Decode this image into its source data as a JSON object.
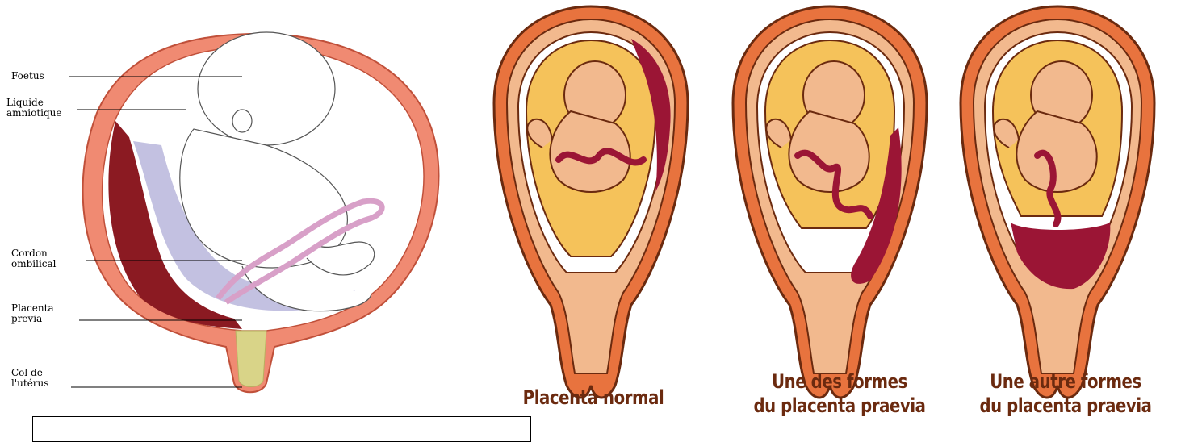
{
  "left_diagram": {
    "labels": {
      "foetus": "Foetus",
      "liquide": "Liquide\namniotique",
      "cordon": "Cordon\nombilical",
      "placenta": "Placenta\nprevia",
      "col": "Col de\nl'utérus"
    },
    "colors": {
      "uterus": "#f08a72",
      "placenta": "#8b1a22",
      "cord": "#d8a0c8",
      "fluid": "#b9b6dc"
    }
  },
  "right_panels": {
    "captions": {
      "normal": "Placenta normal",
      "praevia1": "Une des formes\ndu placenta praevia",
      "praevia2": "Une autre formes\ndu placenta praevia"
    },
    "colors": {
      "wall": "#e8733e",
      "sac": "#f5c25a",
      "placenta": "#9b1535",
      "fetus": "#f2b98e",
      "caption": "#6b2a0f"
    }
  }
}
